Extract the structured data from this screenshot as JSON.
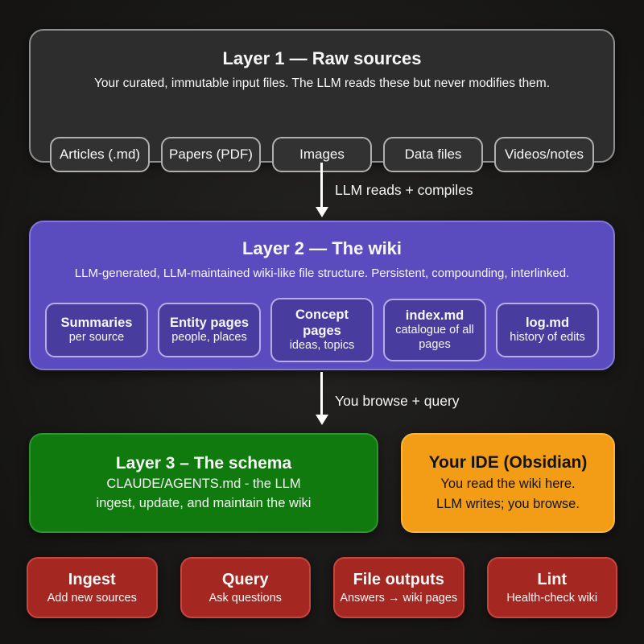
{
  "layer1": {
    "title": "Layer 1 — Raw sources",
    "subtitle": "Your curated, immutable input files. The LLM reads these but never modifies them.",
    "chips": [
      {
        "label": "Articles (.md)"
      },
      {
        "label": "Papers (PDF)"
      },
      {
        "label": "Images"
      },
      {
        "label": "Data files"
      },
      {
        "label": "Videos/notes"
      }
    ]
  },
  "arrow1": {
    "label": "LLM reads + compiles"
  },
  "layer2": {
    "title": "Layer 2 — The wiki",
    "subtitle": "LLM-generated, LLM-maintained wiki-like file structure. Persistent, compounding, interlinked.",
    "chips": [
      {
        "title": "Summaries",
        "subtitle": "per source"
      },
      {
        "title": "Entity pages",
        "subtitle": "people, places"
      },
      {
        "title": "Concept pages",
        "subtitle": "ideas, topics"
      },
      {
        "title": "index.md",
        "subtitle": "catalogue of all pages"
      },
      {
        "title": "log.md",
        "subtitle": "history of edits"
      }
    ]
  },
  "arrow2": {
    "label": "You browse + query"
  },
  "layer3": {
    "title": "Layer 3 – The schema",
    "line1": "CLAUDE/AGENTS.md - the LLM",
    "line2": "ingest, update, and maintain the wiki"
  },
  "ide": {
    "title": "Your IDE (Obsidian)",
    "line1": "You read the wiki here.",
    "line2": "LLM writes; you browse."
  },
  "actions": [
    {
      "title": "Ingest",
      "subtitle": "Add new sources"
    },
    {
      "title": "Query",
      "subtitle": "Ask questions"
    },
    {
      "title": "File outputs",
      "subtitle": "Answers → wiki pages"
    },
    {
      "title": "Lint",
      "subtitle": "Health-check wiki"
    }
  ],
  "colors": {
    "purple": "#5a4cbe",
    "purple-dark": "#483c9e",
    "green": "#117a0e",
    "orange": "#f29d15",
    "red": "#a52722",
    "gray-box": "#2d2d2d",
    "text-light": "#f7f7f7",
    "text-dark": "#151310"
  }
}
